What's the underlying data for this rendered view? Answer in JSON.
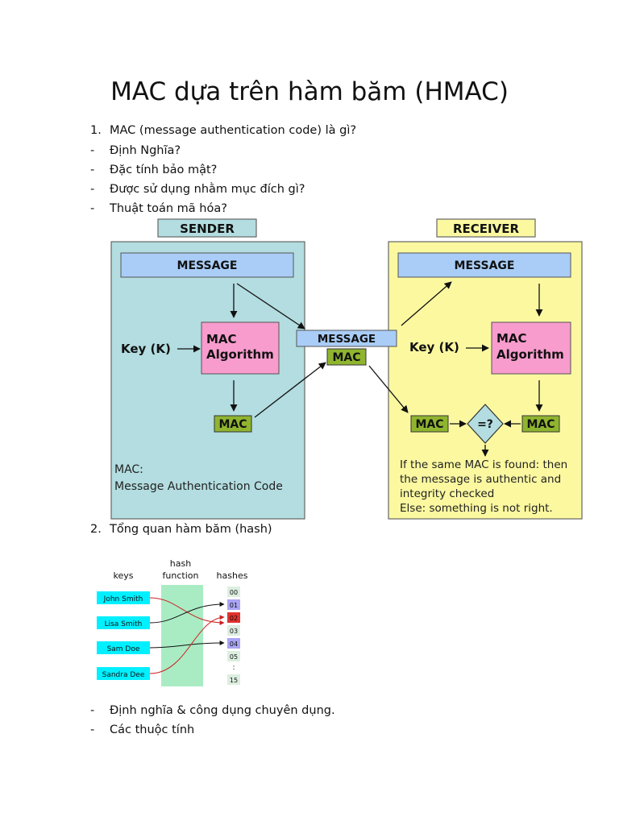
{
  "title": "MAC dựa trên hàm băm (HMAC)",
  "section1": {
    "number": "1.",
    "heading": "MAC (message authentication code) là gì?",
    "bullets": [
      "Định Nghĩa?",
      "Đặc tính bảo mật?",
      "Được sử dụng nhằm mục đích gì?",
      "Thuật toán mã hóa?"
    ]
  },
  "mac_diagram": {
    "sender_label": "SENDER",
    "receiver_label": "RECEIVER",
    "message": "MESSAGE",
    "mac_algorithm_line1": "MAC",
    "mac_algorithm_line2": "Algorithm",
    "key": "Key (K)",
    "mac": "MAC",
    "compare": "=?",
    "sender_note_line1": "MAC:",
    "sender_note_line2": "Message Authentication Code",
    "receiver_note_lines": [
      "If the same MAC is found: then",
      "the message is authentic and",
      "integrity checked",
      "Else: something is not right."
    ],
    "colors": {
      "sender_bg": "#b3dde0",
      "receiver_bg": "#fbf8a0",
      "message_box": "#a9cdf7",
      "algorithm_box": "#f79ccd",
      "mac_box": "#8fb52f",
      "compare_diamond": "#b3dde0"
    }
  },
  "section2": {
    "number": "2.",
    "heading": "Tổng quan hàm băm (hash)"
  },
  "hash_diagram": {
    "col_keys": "keys",
    "col_function_line1": "hash",
    "col_function_line2": "function",
    "col_hashes": "hashes",
    "keys": [
      "John Smith",
      "Lisa Smith",
      "Sam Doe",
      "Sandra Dee"
    ],
    "hashes": [
      "00",
      "01",
      "02",
      "03",
      "04",
      "05",
      ":",
      "15"
    ],
    "colors": {
      "key_box": "#00f0ff",
      "function_band": "#a9ecc4",
      "hash_default": "#dceee0",
      "hash_purple": "#a9a4f4",
      "hash_red": "#e0322e",
      "collision_line": "#cc2222"
    }
  },
  "bullets_after": [
    "Định nghĩa & công dụng chuyên dụng.",
    "Các thuộc tính"
  ],
  "bullet_marker": "-"
}
